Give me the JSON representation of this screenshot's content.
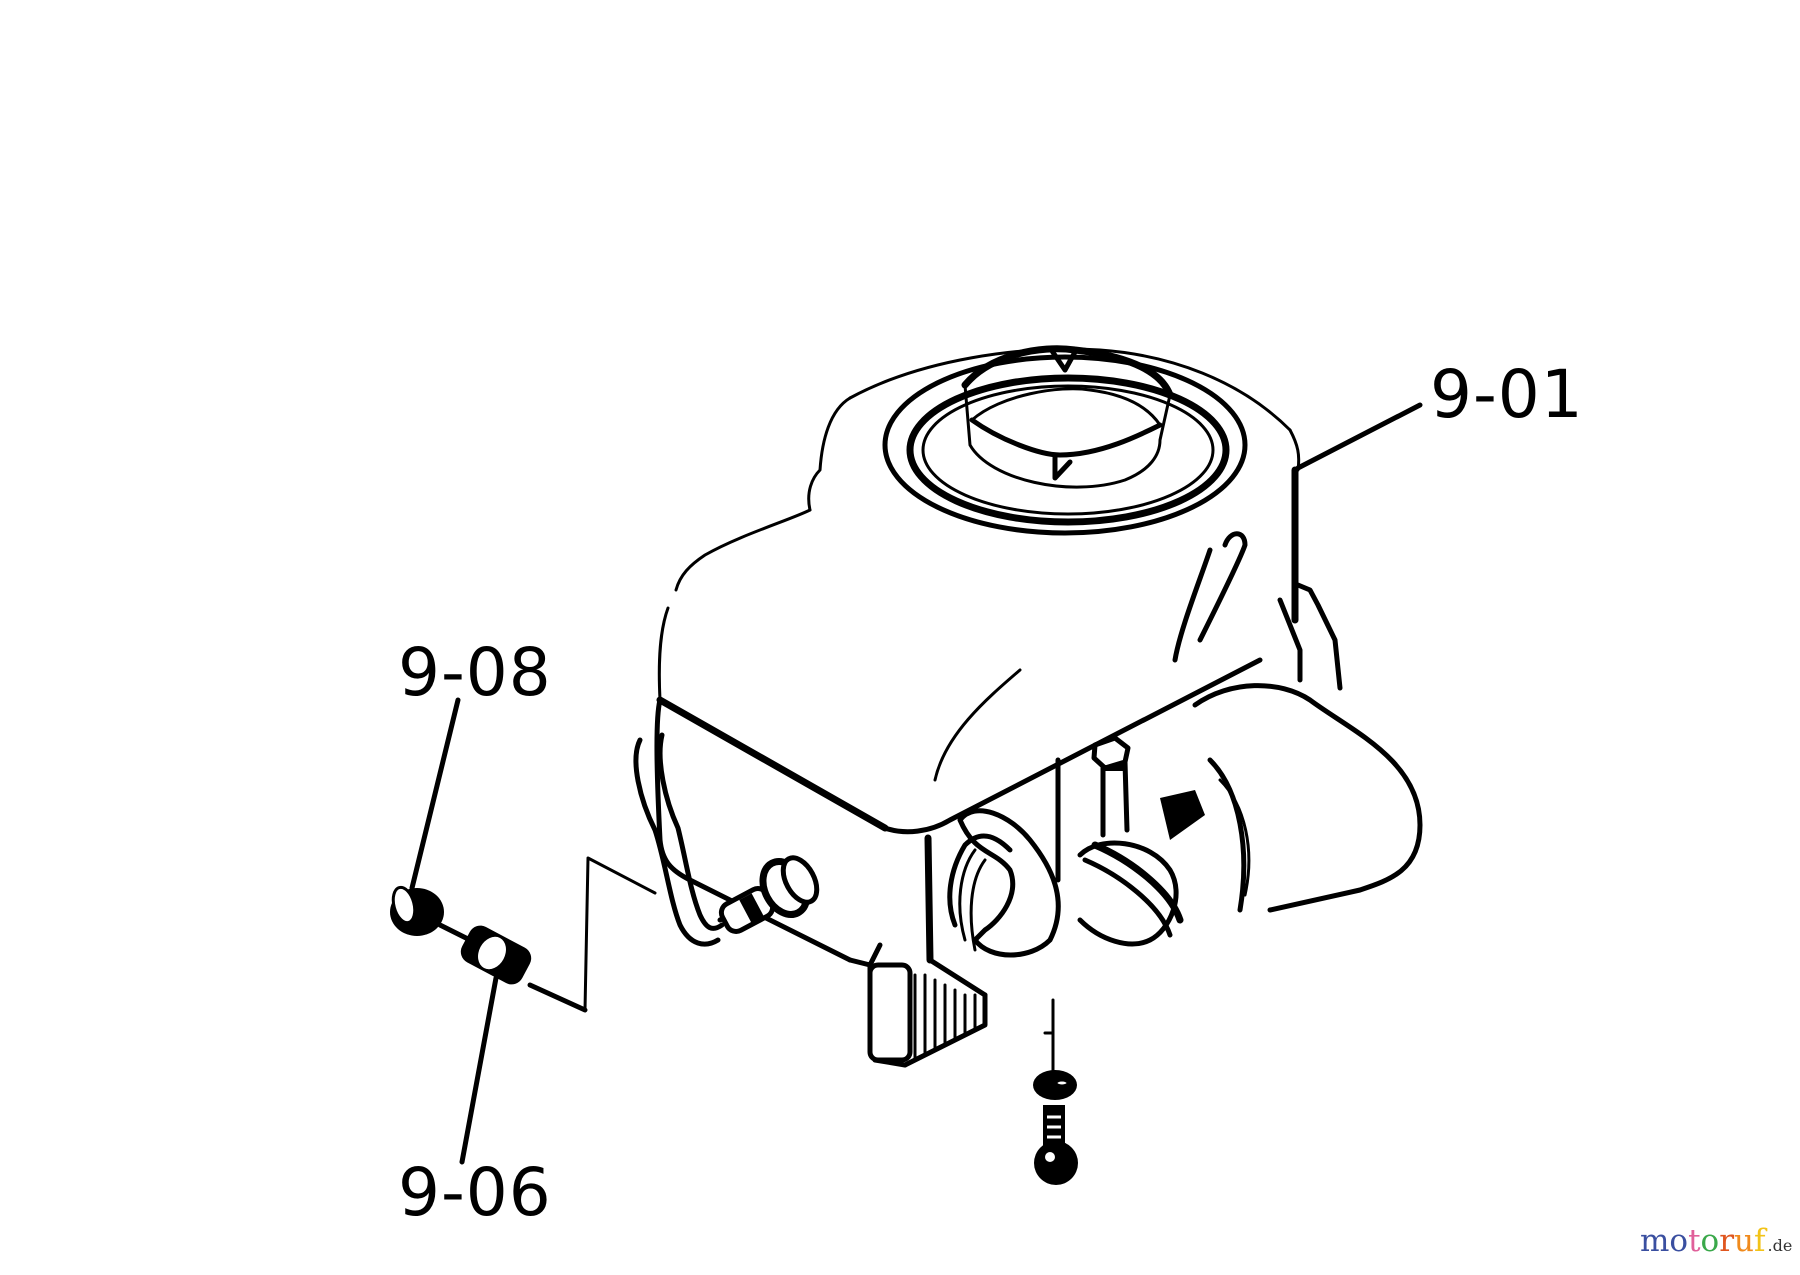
{
  "diagram": {
    "type": "exploded-parts-diagram",
    "subject": "engine assembly",
    "callouts": [
      {
        "id": "c901",
        "label": "9-01",
        "points_to": "engine"
      },
      {
        "id": "c908",
        "label": "9-08",
        "points_to": "cap"
      },
      {
        "id": "c906",
        "label": "9-06",
        "points_to": "fuel-line-connector"
      }
    ]
  },
  "watermark": {
    "letters": [
      {
        "ch": "m",
        "color": "#3a4fa0"
      },
      {
        "ch": "o",
        "color": "#3a4fa0"
      },
      {
        "ch": "t",
        "color": "#e0609a"
      },
      {
        "ch": "o",
        "color": "#3aa84a"
      },
      {
        "ch": "r",
        "color": "#e0561f"
      },
      {
        "ch": "u",
        "color": "#f08a1c"
      },
      {
        "ch": "f",
        "color": "#f2c318"
      }
    ],
    "tld": ".de"
  },
  "colors": {
    "background": "#ffffff",
    "lineart": "#000000"
  }
}
